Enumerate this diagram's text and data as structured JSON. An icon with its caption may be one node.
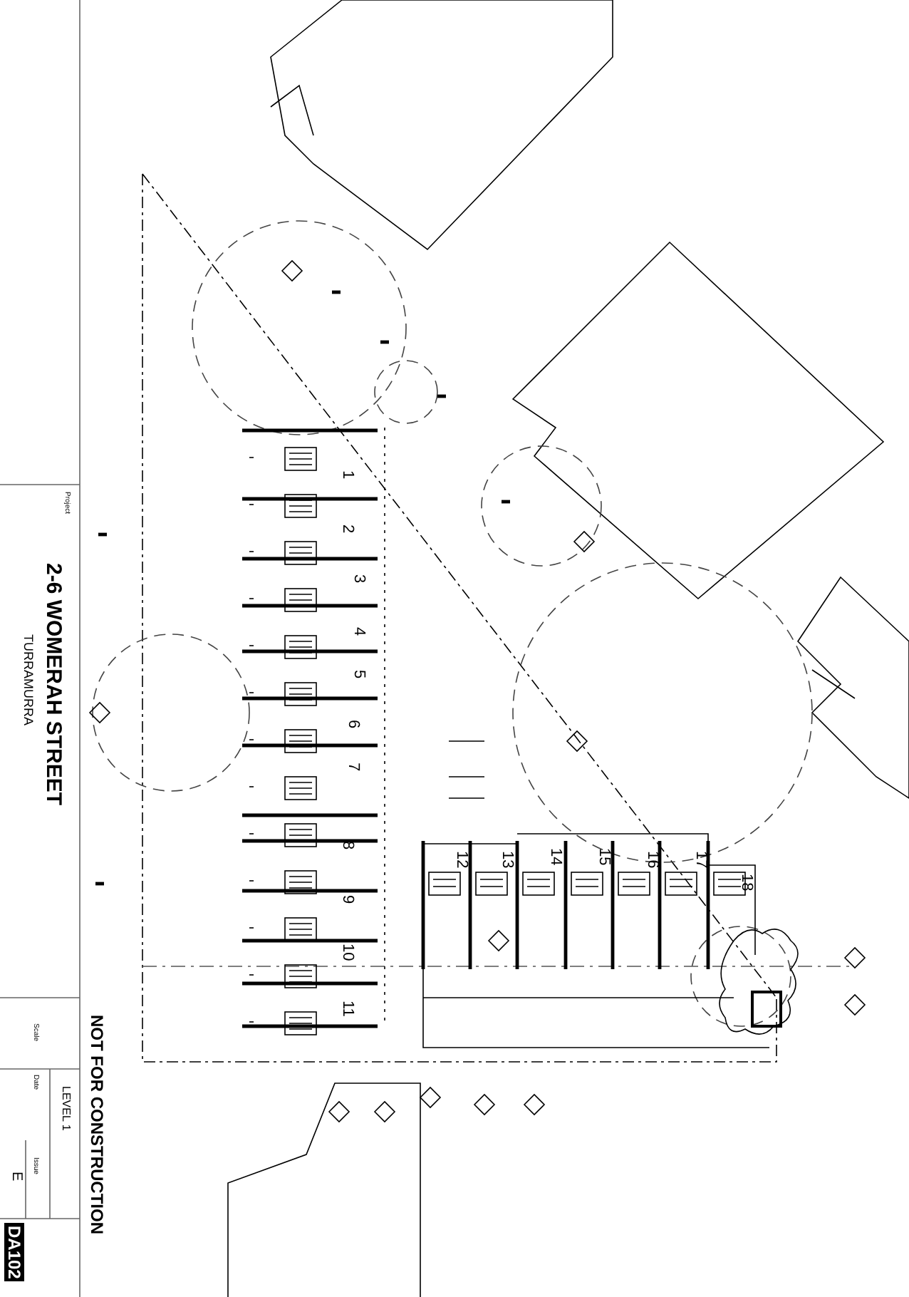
{
  "diagram": {
    "labels": [
      "Project",
      "2-6 WOMERAH STREET",
      "TURRAMURRA",
      "LEVEL 1",
      "Scale",
      "Date",
      "Issue",
      "E",
      "DA102",
      "NOT FOR CONSTRUCTION",
      "1",
      "2",
      "3",
      "4",
      "5",
      "6",
      "7",
      "8",
      "9",
      "10",
      "11",
      "12",
      "13",
      "14",
      "15",
      "16",
      "17",
      "18"
    ]
  }
}
